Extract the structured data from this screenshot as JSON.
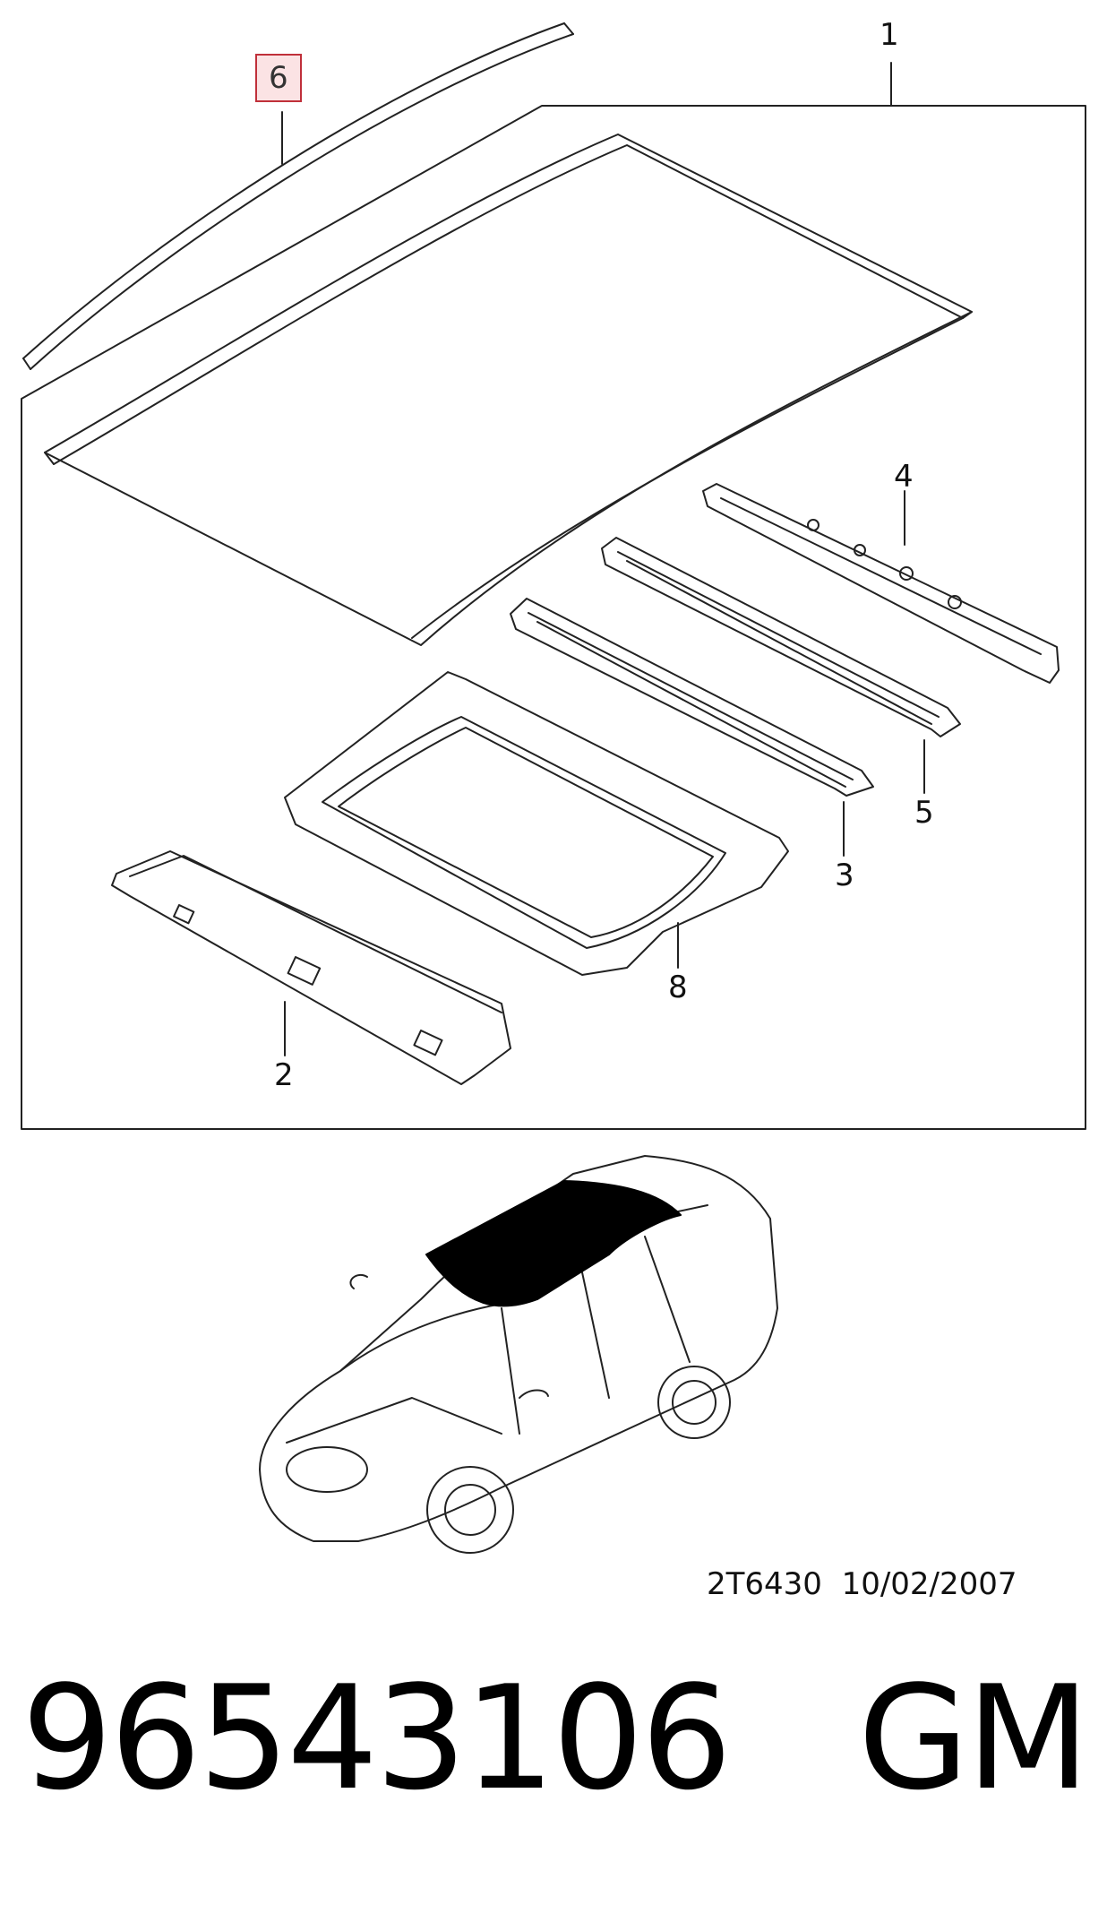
{
  "callouts": {
    "c1": "1",
    "c2": "2",
    "c3": "3",
    "c4": "4",
    "c5": "5",
    "c6": "6",
    "c8": "8"
  },
  "drawing_code": "2T6430",
  "drawing_date": "10/02/2007",
  "part_number": "96543106",
  "brand": "GM",
  "colors": {
    "line": "#222222",
    "highlight_border": "#c0303a",
    "highlight_fill": "#fbe3e4",
    "sunroof_area": "#000000"
  }
}
